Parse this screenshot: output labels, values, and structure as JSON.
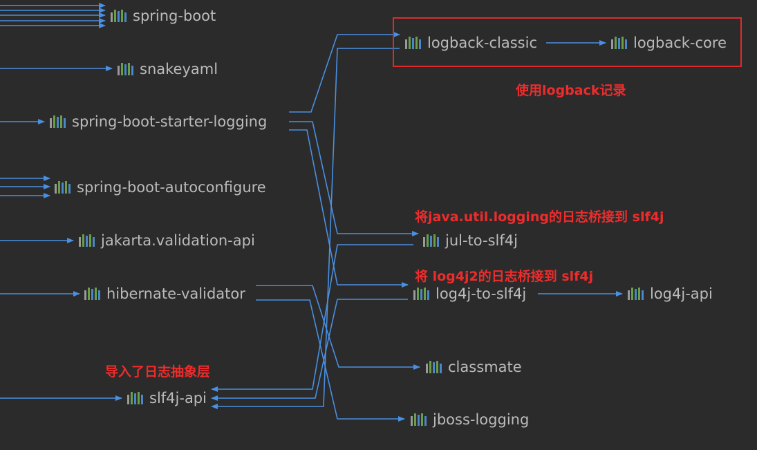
{
  "colors": {
    "background": "#2b2b2b",
    "edge": "#4a90e2",
    "node_text": "#bbbbbb",
    "annotation": "#ee2c2c",
    "icon_bar_green": "#6a9f47",
    "icon_bar_blue": "#4a88c7",
    "icon_bar_gray": "#9a9a9a"
  },
  "nodes": {
    "spring_boot": "spring-boot",
    "snakeyaml": "snakeyaml",
    "starter_logging": "spring-boot-starter-logging",
    "autoconfigure": "spring-boot-autoconfigure",
    "jakarta_validation": "jakarta.validation-api",
    "hibernate_validator": "hibernate-validator",
    "slf4j_api": "slf4j-api",
    "logback_classic": "logback-classic",
    "logback_core": "logback-core",
    "jul_to_slf4j": "jul-to-slf4j",
    "log4j_to_slf4j": "log4j-to-slf4j",
    "log4j_api": "log4j-api",
    "classmate": "classmate",
    "jboss_logging": "jboss-logging"
  },
  "annotations": {
    "logback": "使用logback记录",
    "jul": "将java.util.logging的日志桥接到 slf4j",
    "log4j": "将 log4j2的日志桥接到 slf4j",
    "slf4j": "导入了日志抽象层"
  },
  "icon_name": "library-bars-icon"
}
